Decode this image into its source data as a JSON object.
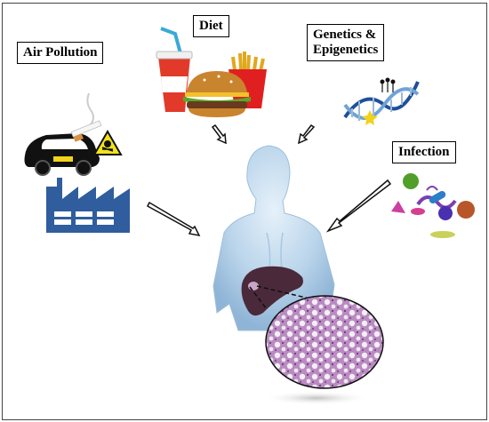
{
  "labels": {
    "air_pollution": "Air Pollution",
    "diet": "Diet",
    "genetics": "Genetics &\nEpigenetics",
    "infection": "Infection"
  },
  "colors": {
    "factory": "#2f5d9e",
    "body": "#b9d4ea",
    "liver": "#4a2a3a",
    "histology": "#b98bc0",
    "car": "#111111",
    "hazard": "#f2e21b",
    "fries_box": "#e02020",
    "cup": "#e23a2a"
  },
  "icons": [
    "car-icon",
    "cigarette-icon",
    "toxic-hazard-icon",
    "factory-icon",
    "soda-cup-icon",
    "burger-icon",
    "fries-icon",
    "dna-icon",
    "microbes-icon",
    "human-body-icon",
    "liver-icon",
    "histology-magnifier-icon"
  ]
}
